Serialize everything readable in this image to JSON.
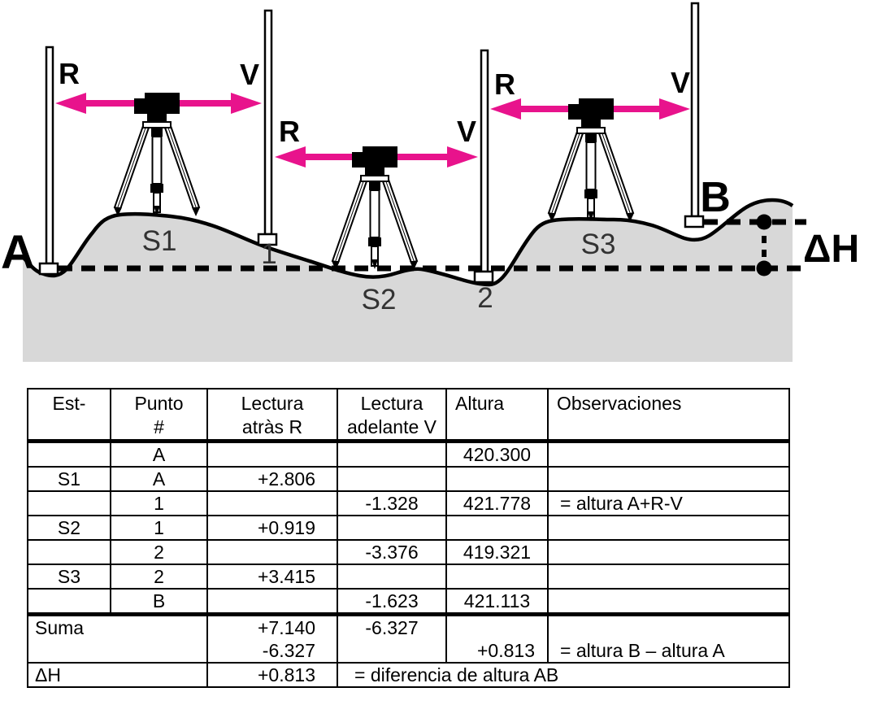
{
  "diagram": {
    "labels": {
      "point_a": "A",
      "point_b": "B",
      "turning_point_1": "1",
      "turning_point_2": "2",
      "station_1": "S1",
      "station_2": "S2",
      "station_3": "S3",
      "back_sight_1": "R",
      "fore_sight_1": "V",
      "back_sight_2": "R",
      "fore_sight_2": "V",
      "back_sight_3": "R",
      "fore_sight_3": "V",
      "height_difference": "ΔH"
    },
    "colors": {
      "arrow": "#e8138c",
      "terrain": "#d8d8d8"
    }
  },
  "table": {
    "headers": {
      "est": "Est-",
      "punto_1": "Punto",
      "punto_2": "#",
      "atras_1": "Lectura",
      "atras_2": "atràs R",
      "adelante_1": "Lectura",
      "adelante_2": "adelante V",
      "altura": "Altura",
      "observaciones": "Observaciones"
    },
    "rows": [
      {
        "est": "",
        "punto": "A",
        "atras": "",
        "adelante": "",
        "altura": "420.300",
        "obs": ""
      },
      {
        "est": "S1",
        "punto": "A",
        "atras": "+2.806",
        "adelante": "",
        "altura": "",
        "obs": ""
      },
      {
        "est": "",
        "punto": "1",
        "atras": "",
        "adelante": "-1.328",
        "altura": "421.778",
        "obs": "= altura A+R-V"
      },
      {
        "est": "S2",
        "punto": "1",
        "atras": "+0.919",
        "adelante": "",
        "altura": "",
        "obs": ""
      },
      {
        "est": "",
        "punto": "2",
        "atras": "",
        "adelante": "-3.376",
        "altura": "419.321",
        "obs": ""
      },
      {
        "est": "S3",
        "punto": "2",
        "atras": "+3.415",
        "adelante": "",
        "altura": "",
        "obs": ""
      },
      {
        "est": "",
        "punto": "B",
        "atras": "",
        "adelante": "-1.623",
        "altura": "421.113",
        "obs": ""
      }
    ],
    "suma": {
      "label": "Suma",
      "row1": {
        "atras": "+7.140",
        "adelante": "-6.327"
      },
      "row2": {
        "atras": "-6.327",
        "altura": "+0.813",
        "obs": "= altura B – altura A"
      }
    },
    "delta": {
      "label": "ΔH",
      "atras": "+0.813",
      "obs": "= diferencia de altura AB"
    }
  }
}
